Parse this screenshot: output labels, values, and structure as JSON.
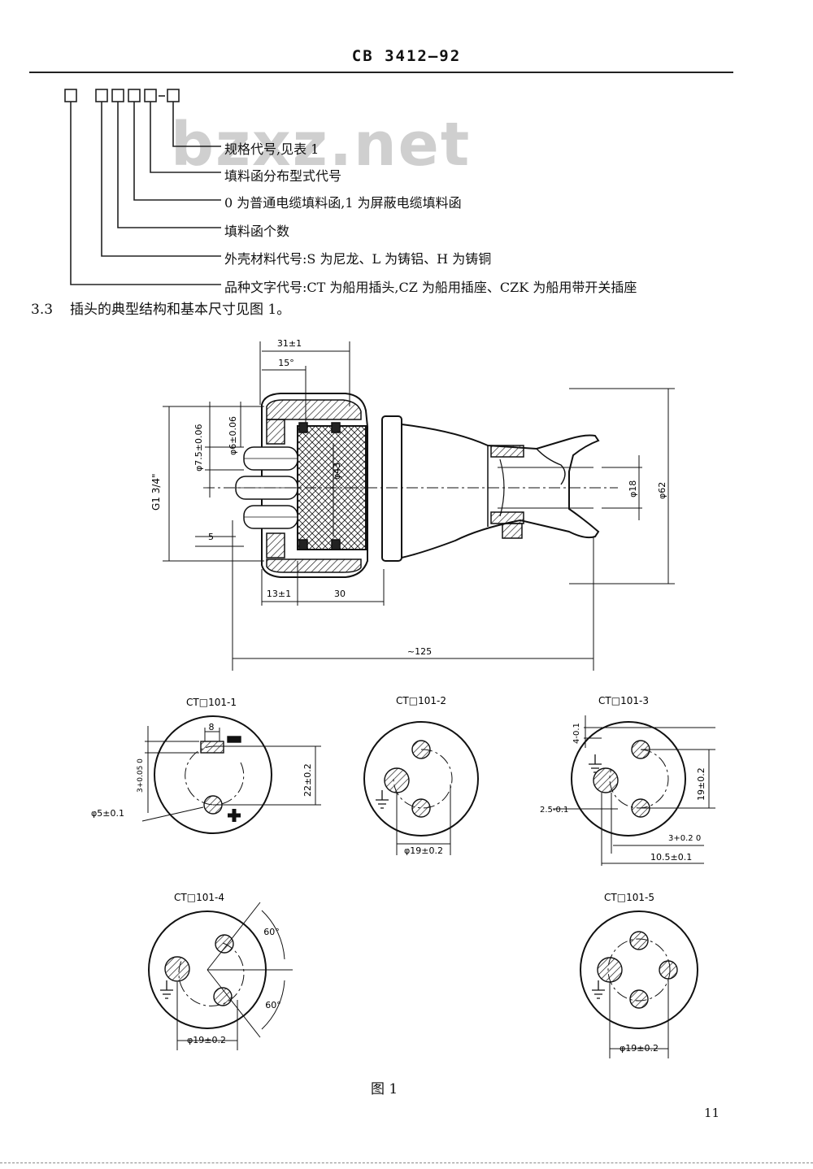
{
  "header": {
    "standard_code": "CB 3412—92"
  },
  "watermark": "bzxz.net",
  "code_diagram": {
    "pattern": "□ □□□□-□",
    "labels": [
      "规格代号,见表 1",
      "填料函分布型式代号",
      "0 为普通电缆填料函,1 为屏蔽电缆填料函",
      "填料函个数",
      "外壳材料代号:S 为尼龙、L 为铸铝、H 为铸铜",
      "品种文字代号:CT 为船用插头,CZ 为船用插座、CZK 为船用带开关插座"
    ]
  },
  "section": {
    "number": "3.3",
    "text": "插头的典型结构和基本尺寸见图 1。"
  },
  "main_drawing": {
    "dims": {
      "top_width": "31±1",
      "top_angle": "15°",
      "dia_7_5": "φ7.5±0.06",
      "dia_6": "φ6±0.06",
      "thread": "G1 3/4\"",
      "dia_43": "φ43",
      "dim_5": "5",
      "dia_18": "φ18",
      "dia_62": "φ62",
      "bottom_13": "13±1",
      "bottom_30": "30",
      "overall": "~125"
    }
  },
  "face_views": [
    {
      "title": "CT□101-1",
      "dims": [
        "8",
        "3+0.05 0",
        "22±0.2",
        "φ5±0.1"
      ],
      "symbols": [
        "−",
        "+"
      ]
    },
    {
      "title": "CT□101-2",
      "dims": [
        "φ19±0.2"
      ]
    },
    {
      "title": "CT□101-3",
      "dims": [
        "4-0.1",
        "19±0.2",
        "2.5-0.1",
        "3+0.2 0",
        "10.5±0.1"
      ]
    },
    {
      "title": "CT□101-4",
      "dims": [
        "60°",
        "60°",
        "φ19±0.2"
      ]
    },
    {
      "title": "CT□101-5",
      "dims": [
        "φ19±0.2"
      ]
    }
  ],
  "figure_caption": "图 1",
  "page_number": "11"
}
